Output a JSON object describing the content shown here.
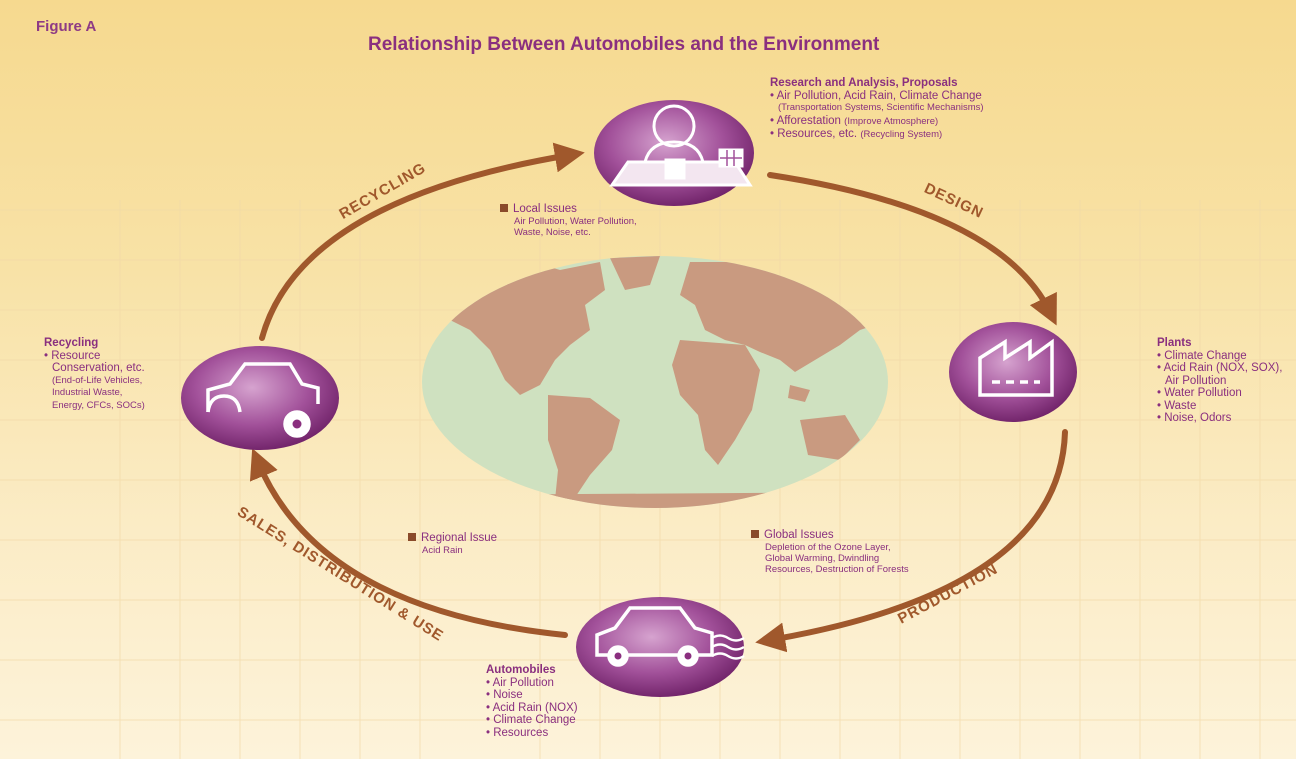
{
  "figure_label": "Figure A",
  "title": "Relationship Between Automobiles and the Environment",
  "stages": {
    "recycling": "RECYCLING",
    "design": "DESIGN",
    "production": "PRODUCTION",
    "sales": "SALES, DISTRIBUTION & USE"
  },
  "research": {
    "heading": "Research and Analysis, Proposals",
    "line1": "• Air Pollution, Acid Rain, Climate Change",
    "line1b": "(Transportation Systems, Scientific Mechanisms)",
    "line2": "• Afforestation",
    "line2_small": "(Improve Atmosphere)",
    "line3": "• Resources, etc.",
    "line3_small": "(Recycling System)"
  },
  "plants": {
    "heading": "Plants",
    "items": [
      "• Climate Change",
      "• Acid Rain (NOX, SOX),",
      "Air Pollution",
      "• Water Pollution",
      "• Waste",
      "• Noise, Odors"
    ]
  },
  "recycling_block": {
    "heading": "Recycling",
    "line1": "• Resource",
    "line2": "Conservation, etc.",
    "small": [
      "(End-of-Life Vehicles,",
      "Industrial Waste,",
      "Energy, CFCs, SOCs)"
    ]
  },
  "automobiles": {
    "heading": "Automobiles",
    "items": [
      "• Air Pollution",
      "• Noise",
      "• Acid Rain (NOX)",
      "• Climate Change",
      "• Resources"
    ]
  },
  "local_issues": {
    "heading": "Local Issues",
    "details": [
      "Air Pollution, Water Pollution,",
      "Waste, Noise, etc."
    ]
  },
  "regional_issue": {
    "heading": "Regional Issue",
    "details": [
      "Acid Rain"
    ]
  },
  "global_issues": {
    "heading": "Global Issues",
    "details": [
      "Depletion of the Ozone Layer,",
      "Global Warming, Dwindling",
      "Resources, Destruction of Forests"
    ]
  },
  "colors": {
    "title": "#8a2f7f",
    "arrow": "#a0582c",
    "ocean": "#cfe1c0",
    "land": "#c99a80",
    "ellipse_light": "#c98cc0",
    "ellipse_dark": "#6e1f66"
  },
  "icons": [
    "researcher-desk-icon",
    "factory-icon",
    "car-exhaust-icon",
    "car-recycling-icon",
    "world-map"
  ]
}
